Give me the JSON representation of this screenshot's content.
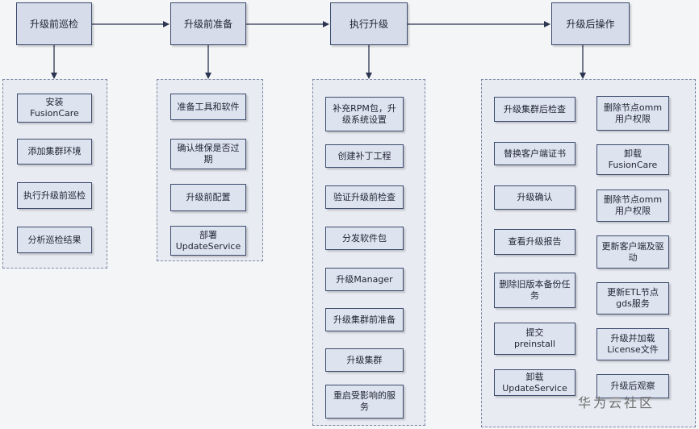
{
  "headers": [
    "升级前巡检",
    "升级前准备",
    "执行升级",
    "升级后操作"
  ],
  "column1": [
    "安装\nFusionCare",
    "添加集群环境",
    "执行升级前巡检",
    "分析巡检结果"
  ],
  "column2": [
    "准备工具和软件",
    "确认维保是否过期",
    "升级前配置",
    "部署\nUpdateService"
  ],
  "column3": [
    "补充RPM包，升级系统设置",
    "创建补丁工程",
    "验证升级前检查",
    "分发软件包",
    "升级Manager",
    "升级集群前准备",
    "升级集群",
    "重启受影响的服务"
  ],
  "column4a": [
    "升级集群后检查",
    "替换客户端证书",
    "升级确认",
    "查看升级报告",
    "删除旧版本备份任务",
    "提交\npreinstall",
    "卸载\nUpdateService"
  ],
  "column4b": [
    "删除节点omm用户权限",
    "卸载\nFusionCare",
    "删除节点omm用户权限",
    "更新客户端及驱动",
    "更新ETL节点gds服务",
    "升级并加载License文件",
    "升级后观察"
  ],
  "watermark": "华为云社区"
}
